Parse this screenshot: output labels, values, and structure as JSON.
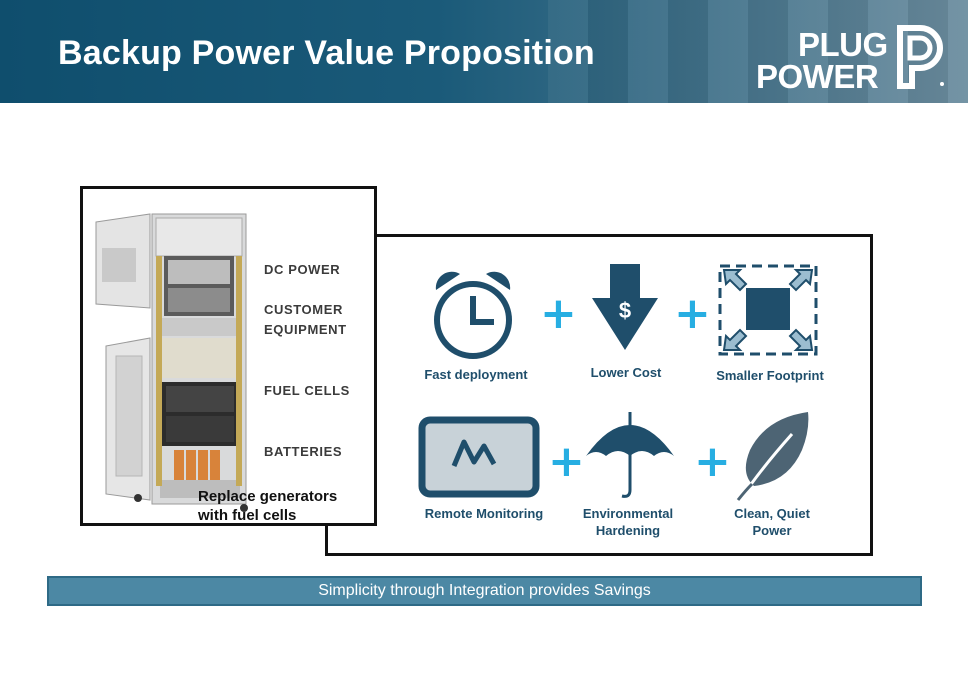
{
  "header": {
    "title": "Backup Power Value Proposition"
  },
  "logo": {
    "line1": "PLUG",
    "line2": "POWER",
    "mark": "P"
  },
  "cabinet": {
    "labels": [
      "DC POWER",
      "CUSTOMER",
      "EQUIPMENT",
      "FUEL CELLS",
      "BATTERIES"
    ],
    "caption_line1": "Replace generators",
    "caption_line2": "with fuel cells"
  },
  "benefits": {
    "fast_deployment": "Fast deployment",
    "lower_cost": "Lower Cost",
    "smaller_footprint": "Smaller Footprint",
    "remote_monitoring": "Remote Monitoring",
    "environmental_line1": "Environmental",
    "environmental_line2": "Hardening",
    "clean_line1": "Clean, Quiet",
    "clean_line2": "Power",
    "plus": "+",
    "dollar": "$"
  },
  "banner": {
    "text": "Simplicity through Integration provides Savings"
  },
  "colors": {
    "header": "#0f4e6d",
    "icon_dark": "#1f4e6b",
    "accent_plus": "#27aee2",
    "banner": "#4c88a4"
  }
}
